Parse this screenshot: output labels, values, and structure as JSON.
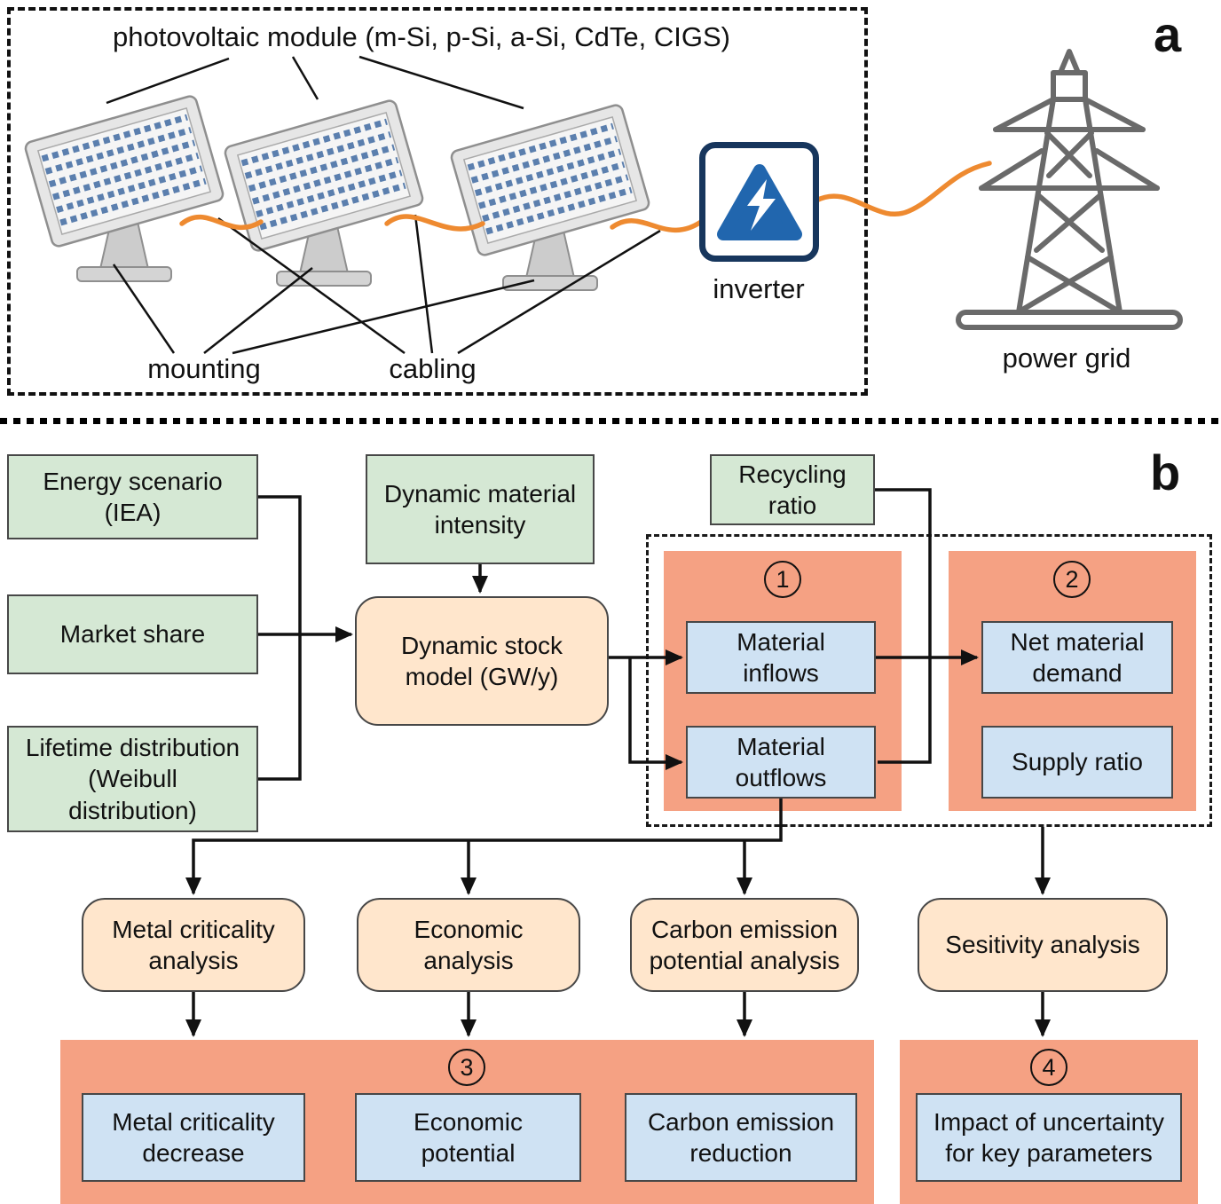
{
  "panel_a": {
    "corner_label": "a",
    "title": "photovoltaic module (m-Si, p-Si, a-Si, CdTe, CIGS)",
    "inverter_label": "inverter",
    "power_grid_label": "power grid",
    "mounting_label": "mounting",
    "cabling_label": "cabling"
  },
  "panel_b": {
    "corner_label": "b",
    "green_boxes": {
      "energy_scenario": "Energy scenario\n(IEA)",
      "market_share": "Market share",
      "lifetime_distribution": "Lifetime distribution\n(Weibull\ndistribution)",
      "dynamic_material_intensity": "Dynamic material\nintensity",
      "recycling_ratio": "Recycling\nratio"
    },
    "process_boxes": {
      "dynamic_stock_model": "Dynamic stock\nmodel (GW/y)",
      "metal_criticality_analysis": "Metal criticality\nanalysis",
      "economic_analysis": "Economic\nanalysis",
      "carbon_emission_potential_analysis": "Carbon emission\npotential analysis",
      "sensitivity_analysis": "Sesitivity analysis"
    },
    "result_groups": {
      "group1": {
        "number": "1",
        "boxes": {
          "material_inflows": "Material\ninflows",
          "material_outflows": "Material\noutflows"
        }
      },
      "group2": {
        "number": "2",
        "boxes": {
          "net_material_demand": "Net material\ndemand",
          "supply_ratio": "Supply ratio"
        }
      },
      "group3": {
        "number": "3",
        "boxes": {
          "metal_criticality_decrease": "Metal criticality\ndecrease",
          "economic_potential": "Economic\npotential",
          "carbon_emission_reduction": "Carbon emission\nreduction"
        }
      },
      "group4": {
        "number": "4",
        "boxes": {
          "impact_of_uncertainty": "Impact of uncertainty\nfor key parameters"
        }
      }
    }
  },
  "colors": {
    "green_fill": "#d5e8d4",
    "orange_fill": "#ffe6cc",
    "salmon_fill": "#f5a183",
    "blue_fill": "#cfe2f3",
    "cable_orange": "#ee8a30",
    "inverter_navy": "#17365d",
    "inverter_blue": "#2166ae",
    "grid_gray": "#6a6a6a",
    "arrow_black": "#111111"
  }
}
